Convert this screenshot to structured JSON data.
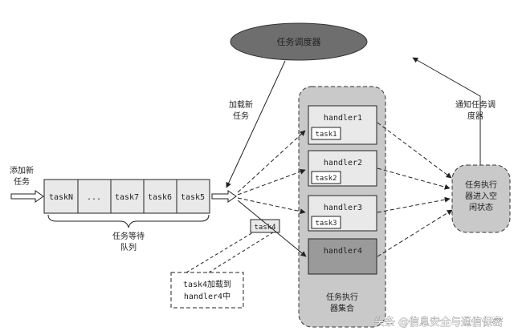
{
  "scheduler": {
    "label": "任务调度器"
  },
  "labels": {
    "load_new_task_line1": "加载新",
    "load_new_task_line2": "任务",
    "notify_line1": "通知任务调",
    "notify_line2": "度器",
    "add_new_task_line1": "添加新",
    "add_new_task_line2": "任务",
    "queue_name_line1": "任务等待",
    "queue_name_line2": "队列",
    "executor_set_line1": "任务执行",
    "executor_set_line2": "器集合",
    "idle_line1": "任务执行",
    "idle_line2": "器进入空",
    "idle_line3": "闲状态",
    "moving_task": "task4",
    "note_line1": "task4加载到",
    "note_line2": "handler4中"
  },
  "queue": {
    "cells": [
      "taskN",
      "...",
      "task7",
      "task6",
      "task5"
    ]
  },
  "handlers": [
    {
      "name": "handler1",
      "task": "task1",
      "state": "busy"
    },
    {
      "name": "handler2",
      "task": "task2",
      "state": "busy"
    },
    {
      "name": "handler3",
      "task": "task3",
      "state": "busy"
    },
    {
      "name": "handler4",
      "task": "",
      "state": "loading"
    }
  ],
  "colors": {
    "scheduler_fill": "#6e6e6e",
    "executor_set_fill": "#c9c9c9",
    "handler_fill": "#e9e9e9",
    "handler_loading_fill": "#9a9a9a",
    "idle_fill": "#c9c9c9",
    "line": "#222222"
  },
  "watermark": {
    "text": "头条 @信息安全与通信保密"
  }
}
